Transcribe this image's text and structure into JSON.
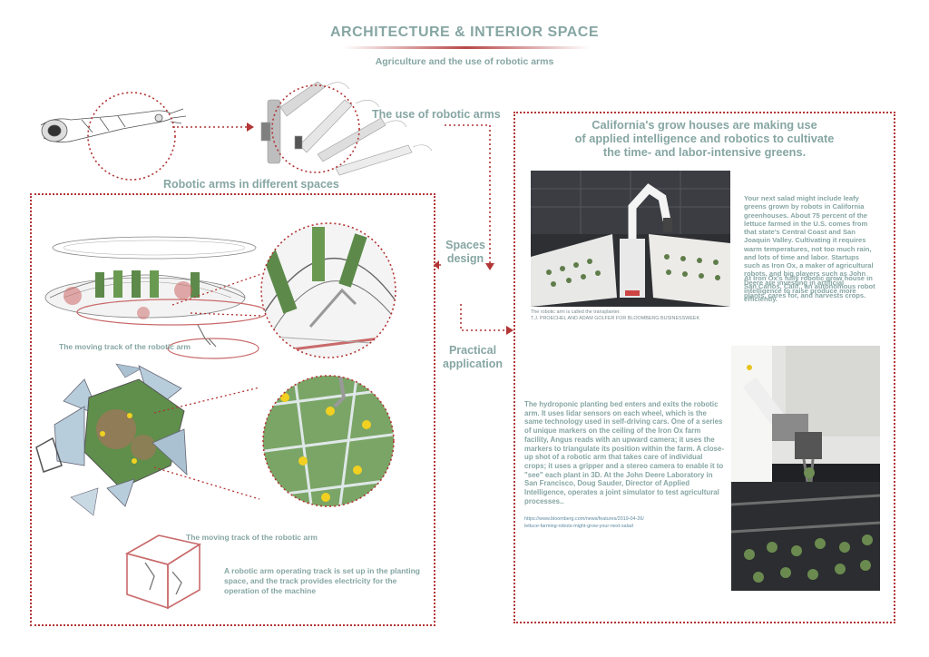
{
  "header": {
    "title": "ARCHITECTURE & INTERIOR SPACE",
    "subtitle": "Agriculture and the use of robotic arms"
  },
  "labels": {
    "use_of_arms": "The use of robotic arms",
    "arms_in_spaces": "Robotic arms in different spaces",
    "spaces_design": "Spaces\ndesign",
    "practical_application": "Practical\napplication",
    "track_1": "The moving track of the robotic arm",
    "track_2": "The moving track of the robotic arm",
    "track_note": "A robotic arm operating track is set up in the planting space, and the track provides electricity for the operation of the machine"
  },
  "article": {
    "headline": "California's grow houses are making use\nof applied intelligence and robotics to cultivate\nthe time- and labor-intensive greens.",
    "para_1": "Your next salad might include leafy greens grown by robots in California greenhouses. About 75 percent of the lettuce farmed in the U.S. comes from that state's Central Coast and San Joaquin Valley. Cultivating it requires warm temperatures, not too much rain, and lots of time and labor. Startups such as Iron Ox, a maker of agricultural robots, and big players such as John Deere are investing in artificial intelligence to raise produce more efficiently.",
    "para_2": "At Iron Ox's fully robotic grow house in San Carlos, Calif., an autonomous robot plants, cares for, and harvests crops.",
    "caption_1": "The robotic arm is called the transplanter.",
    "caption_2": "T.J. PROECHEL AND ADAM GOLFER FOR BLOOMBERG BUSINESSWEEK",
    "para_3": "The hydroponic planting bed enters and exits the robotic arm. It uses lidar sensors on each wheel, which is the same technology used in self-driving cars. One of a series of unique markers on the ceiling of the Iron Ox farm facility, Angus reads with an upward camera; it uses the markers to triangulate its position within the farm. A close-up shot of a robotic arm that takes care of individual crops; it uses a gripper and a stereo camera to enable it to \"see\" each plant in 3D. At the John Deere Laboratory in San Francisco, Doug Sauder, Director of Applied Intelligence, operates a joint simulator to test agricultural processes..",
    "url": "https://www.bloomberg.com/news/features/2019-04-26/\nlettuce-farming-robots-might-grow-your-next-salad"
  },
  "colors": {
    "accent_teal": "#86a6a3",
    "dotted_red": "#b33535",
    "track_red": "#c96a6a"
  }
}
